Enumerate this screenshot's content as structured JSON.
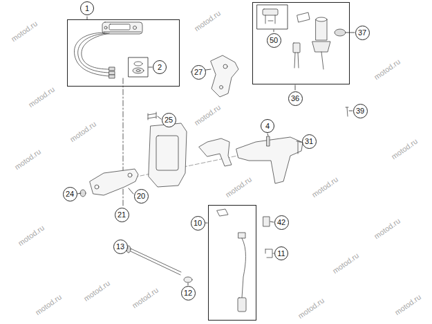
{
  "diagram": {
    "nodes": [
      {
        "text": [
          "1"
        ]
      },
      {
        "text": [
          "2"
        ],
        "in": 0
      },
      {
        "text": [
          "36"
        ]
      },
      {
        "text": [
          "50"
        ],
        "in": 2
      },
      {
        "text": [
          "37"
        ]
      },
      {
        "text": [
          "27"
        ]
      },
      {
        "text": [
          "39"
        ]
      },
      {
        "text": [
          "25"
        ]
      },
      {
        "text": [
          "4"
        ]
      },
      {
        "text": [
          "31"
        ]
      },
      {
        "text": [
          "24"
        ]
      },
      {
        "text": [
          "20"
        ]
      },
      {
        "text": [
          "21"
        ]
      },
      {
        "text": [
          "10"
        ]
      },
      {
        "text": [
          "42"
        ]
      },
      {
        "text": [
          "13"
        ]
      },
      {
        "text": [
          "11"
        ]
      },
      {
        "text": [
          "12"
        ]
      }
    ],
    "labels": [
      "motod.ru",
      "motod.ru",
      "motod.ru",
      "motod.ru",
      "motod.ru",
      "motod.ru",
      "motod.ru",
      "motod.ru",
      "motod.ru",
      "motod.ru",
      "motod.ru",
      "motod.ru",
      "motod.ru",
      "motod.ru",
      "motod.ru",
      "motod.ru",
      "motod.ru",
      "motod.ru"
    ]
  }
}
